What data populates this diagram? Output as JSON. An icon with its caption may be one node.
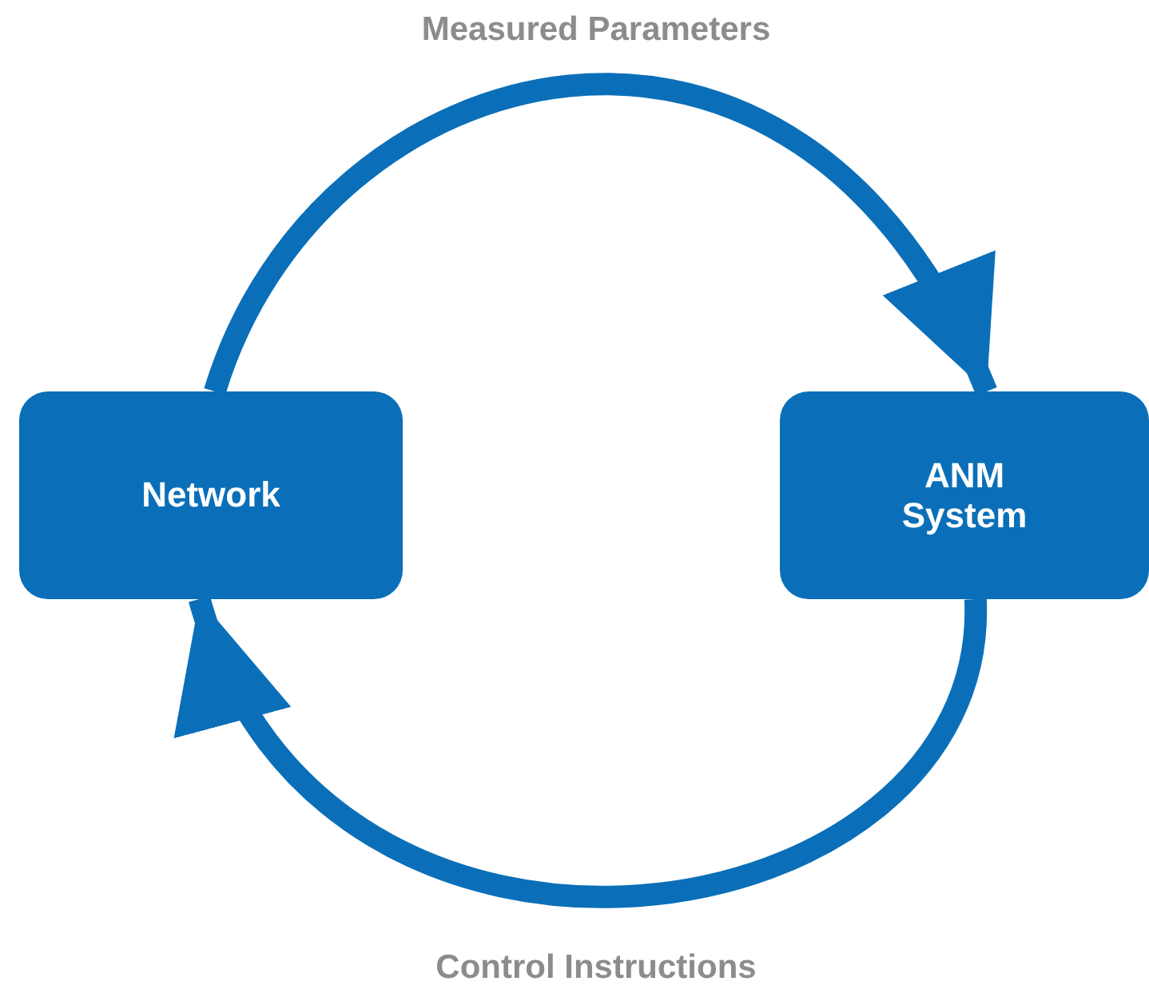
{
  "diagram": {
    "nodes": [
      {
        "text": [
          "Network"
        ]
      },
      {
        "text": [
          "ANM System"
        ]
      }
    ],
    "edges": [
      {
        "from": 0,
        "to": 1,
        "arrow": "to",
        "label": "Measured Parameters"
      },
      {
        "from": 1,
        "to": 0,
        "arrow": "to",
        "label": "Control Instructions"
      }
    ]
  }
}
